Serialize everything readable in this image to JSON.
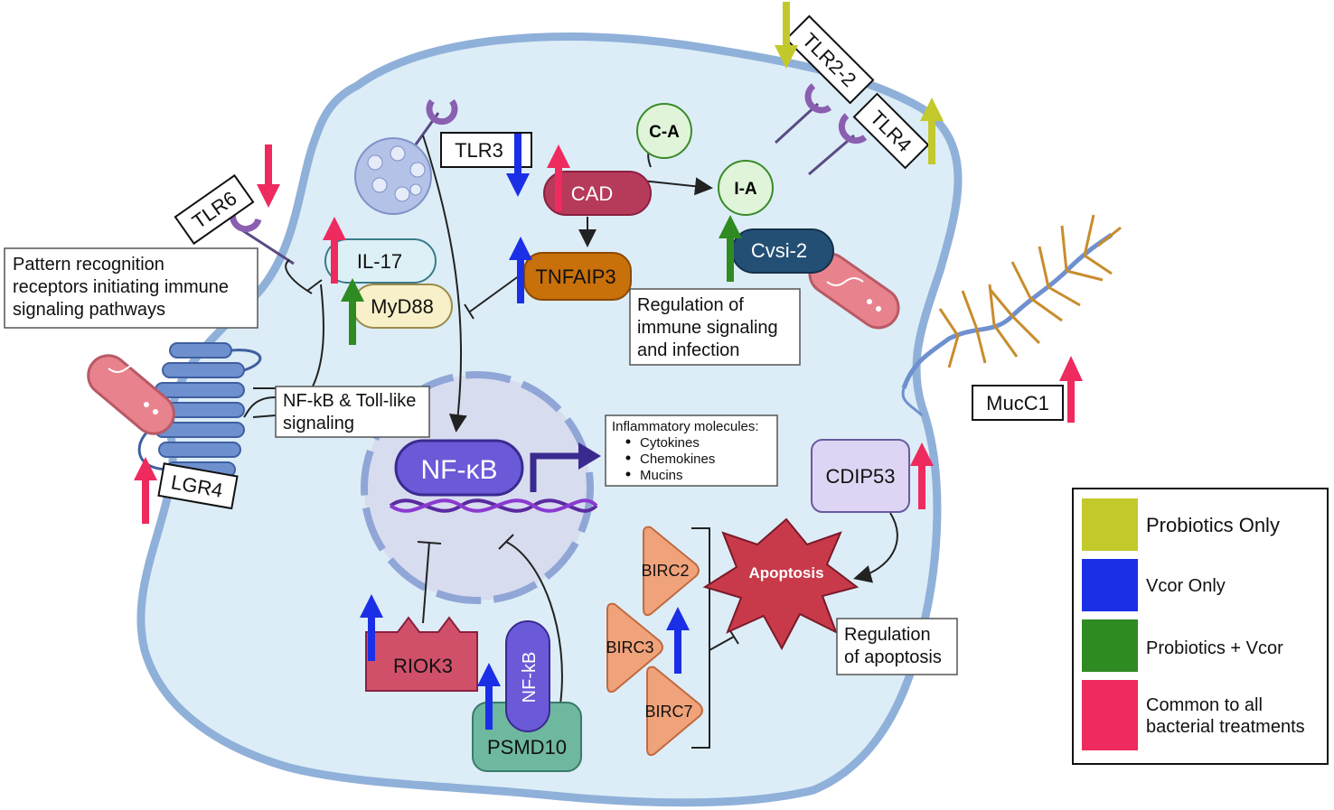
{
  "labels": {
    "tlr6": "TLR6",
    "tlr3": "TLR3",
    "tlr2_2": "TLR2-2",
    "tlr4": "TLR4",
    "il17": "IL-17",
    "myd88": "MyD88",
    "tnfaip3": "TNFAIP3",
    "cad": "CAD",
    "ca": "C-A",
    "ia": "I-A",
    "cvsi2": "Cvsi-2",
    "lgr4": "LGR4",
    "nfkb": "NF-κB",
    "nfkb_small": "NF-kB",
    "cdip53": "CDIP53",
    "apoptosis": "Apoptosis",
    "birc2": "BIRC2",
    "birc3": "BIRC3",
    "birc7": "BIRC7",
    "riok3": "RIOK3",
    "psmd10": "PSMD10",
    "mucc1": "MucC1"
  },
  "notes": {
    "prr_1": "Pattern recognition",
    "prr_2": "receptors initiating immune",
    "prr_3": "signaling pathways",
    "nfkb_toll_1": "NF-kB & Toll-like",
    "nfkb_toll_2": "signaling",
    "reg_immune_1": "Regulation of",
    "reg_immune_2": "immune signaling",
    "reg_immune_3": "and infection",
    "reg_apop_1": "Regulation",
    "reg_apop_2": "of apoptosis",
    "infl_title": "Inflammatory molecules:",
    "infl_items": [
      "Cytokines",
      "Chemokines",
      "Mucins"
    ]
  },
  "legend": [
    {
      "label_1": "Probiotics Only",
      "label_2": "",
      "color": "#c3c92a"
    },
    {
      "label_1": "Vcor Only",
      "label_2": "",
      "color": "#1b2fe6"
    },
    {
      "label_1": "Probiotics + Vcor",
      "label_2": "",
      "color": "#2e8b22"
    },
    {
      "label_1": "Common to all",
      "label_2": "bacterial treatments",
      "color": "#ee2a5e"
    }
  ],
  "colors": {
    "cell_fill": "#dcedf7",
    "cell_border": "#8fb0d9",
    "nucleus_fill": "#d8dcef",
    "up_common": "#ee2a5e",
    "down_common": "#ee2a5e",
    "vcor": "#1b2fe6",
    "probiotics": "#c3c92a",
    "probiotics_vcor": "#2e8b22"
  }
}
